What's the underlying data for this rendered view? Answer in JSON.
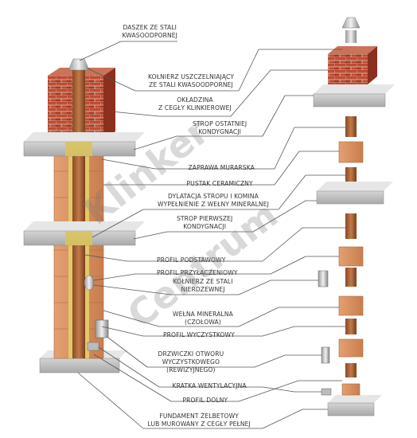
{
  "watermark": [
    "Klinker",
    "Centrum"
  ],
  "labels": [
    {
      "id": "daszek",
      "lines": [
        "DASZEK ZE STALI",
        "KWASOODPORNEJ"
      ]
    },
    {
      "id": "kolnierz-uszcz",
      "lines": [
        "KOŁNIERZ USZCZELNIAJĄCY",
        "ZE STALI KWASOODPORNEJ"
      ]
    },
    {
      "id": "okladzina",
      "lines": [
        "OKŁADZINA",
        "Z CEGŁY KLINKIEROWEJ"
      ]
    },
    {
      "id": "strop-ostatniej",
      "lines": [
        "STROP OSTATNIEJ",
        "KONDYGNACJI"
      ]
    },
    {
      "id": "zaprawa",
      "lines": [
        "ZAPRAWA MURARSKA"
      ]
    },
    {
      "id": "pustak",
      "lines": [
        "PUSTAK CERAMICZNY"
      ]
    },
    {
      "id": "dylatacja",
      "lines": [
        "DYLATACJA STROPU I KOMINA",
        "WYPEŁNIENIE Z WEŁNY MINERALNEJ"
      ]
    },
    {
      "id": "strop-pierwszej",
      "lines": [
        "STROP PIERWSZEJ",
        "KONDYGNACJI"
      ]
    },
    {
      "id": "profil-podstawowy",
      "lines": [
        "PROFIL PODSTAWOWY"
      ]
    },
    {
      "id": "profil-przylaczeniowy",
      "lines": [
        "PROFIL PRZYŁĄCZENIOWY"
      ]
    },
    {
      "id": "kolnierz-nierdz",
      "lines": [
        "KOŁNIERZ ZE STALI",
        "NIERDZEWNEJ"
      ]
    },
    {
      "id": "welna",
      "lines": [
        "WEŁNA MINERALNA",
        "(CZOŁOWA)"
      ]
    },
    {
      "id": "profil-wyczystkowy",
      "lines": [
        "PROFIL WYCZYSTKOWY"
      ]
    },
    {
      "id": "drzwiczki",
      "lines": [
        "DRZWICZKI OTWORU",
        "WYCZYSTKOWEGO",
        "(REWIZYJNEGO)"
      ]
    },
    {
      "id": "kratka",
      "lines": [
        "KRATKA WENTYLACYJNA"
      ]
    },
    {
      "id": "profil-dolny",
      "lines": [
        "PROFIL DOLNY"
      ]
    },
    {
      "id": "fundament",
      "lines": [
        "FUNDAMENT ŻELBETOWY",
        "LUB MUROWANY Z CEGŁY PEŁNEJ"
      ]
    }
  ]
}
